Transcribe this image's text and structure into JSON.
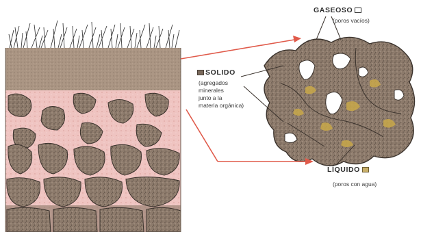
{
  "labels": {
    "gaseoso": {
      "title": "GASEOSO",
      "detail": "(poros vacíos)",
      "icon": "open-square-icon"
    },
    "solido": {
      "title": "SOLIDO",
      "detail_lines": [
        "(agregados",
        "minerales",
        "junto a la",
        "materia orgánica)"
      ],
      "icon": "solid-texture-square-icon"
    },
    "liquido": {
      "title": "LÍQUIDO",
      "detail": "(poros con agua)",
      "icon": "liquid-texture-square-icon"
    }
  },
  "colors": {
    "soil_brown": "#8a7868",
    "aggregate_fill": "#7f6f62",
    "red_layer": "#e8b7b7",
    "arrow": "#e05a4a",
    "water": "#c9a84a"
  }
}
